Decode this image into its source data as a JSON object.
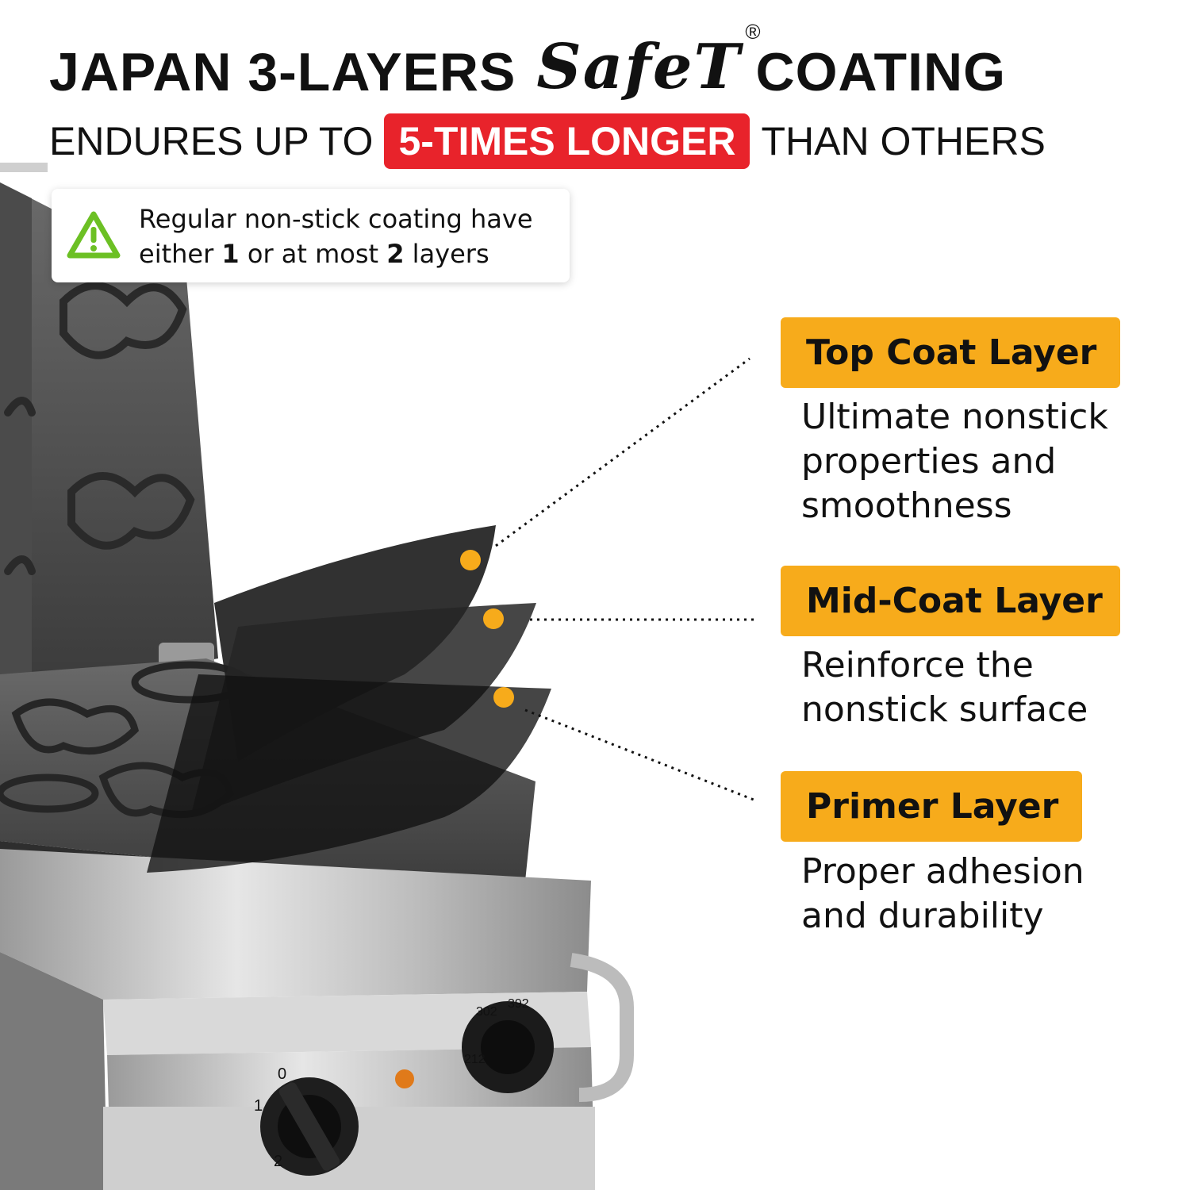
{
  "headline": {
    "part1": "JAPAN 3-LAYERS",
    "brand": "SafeT",
    "registered": "®",
    "part2": "COATING"
  },
  "subline": {
    "pre": "ENDURES UP TO",
    "highlight": "5-TIMES LONGER",
    "post": "THAN OTHERS"
  },
  "note": {
    "line1": "Regular non-stick coating have",
    "line2_a": "either",
    "line2_n1": "1",
    "line2_b": "or at most",
    "line2_n2": "2",
    "line2_c": "layers",
    "icon": "warning-triangle-icon"
  },
  "layers": [
    {
      "title": "Top Coat Layer",
      "desc_lines": [
        "Ultimate nonstick",
        "properties and",
        "smoothness"
      ]
    },
    {
      "title": "Mid-Coat Layer",
      "desc_lines": [
        "Reinforce the",
        "nonstick surface"
      ]
    },
    {
      "title": "Primer Layer",
      "desc_lines": [
        "Proper adhesion",
        "and durability"
      ]
    }
  ],
  "photo": {
    "dial_numbers": [
      "0",
      "1",
      "2"
    ],
    "dial2_numbers": [
      "302",
      "392",
      "212"
    ]
  },
  "colors": {
    "accent_red": "#e8232b",
    "badge_orange": "#f7ab1b",
    "warning_green": "#6cc024",
    "dot_orange": "#f7ab1b"
  }
}
